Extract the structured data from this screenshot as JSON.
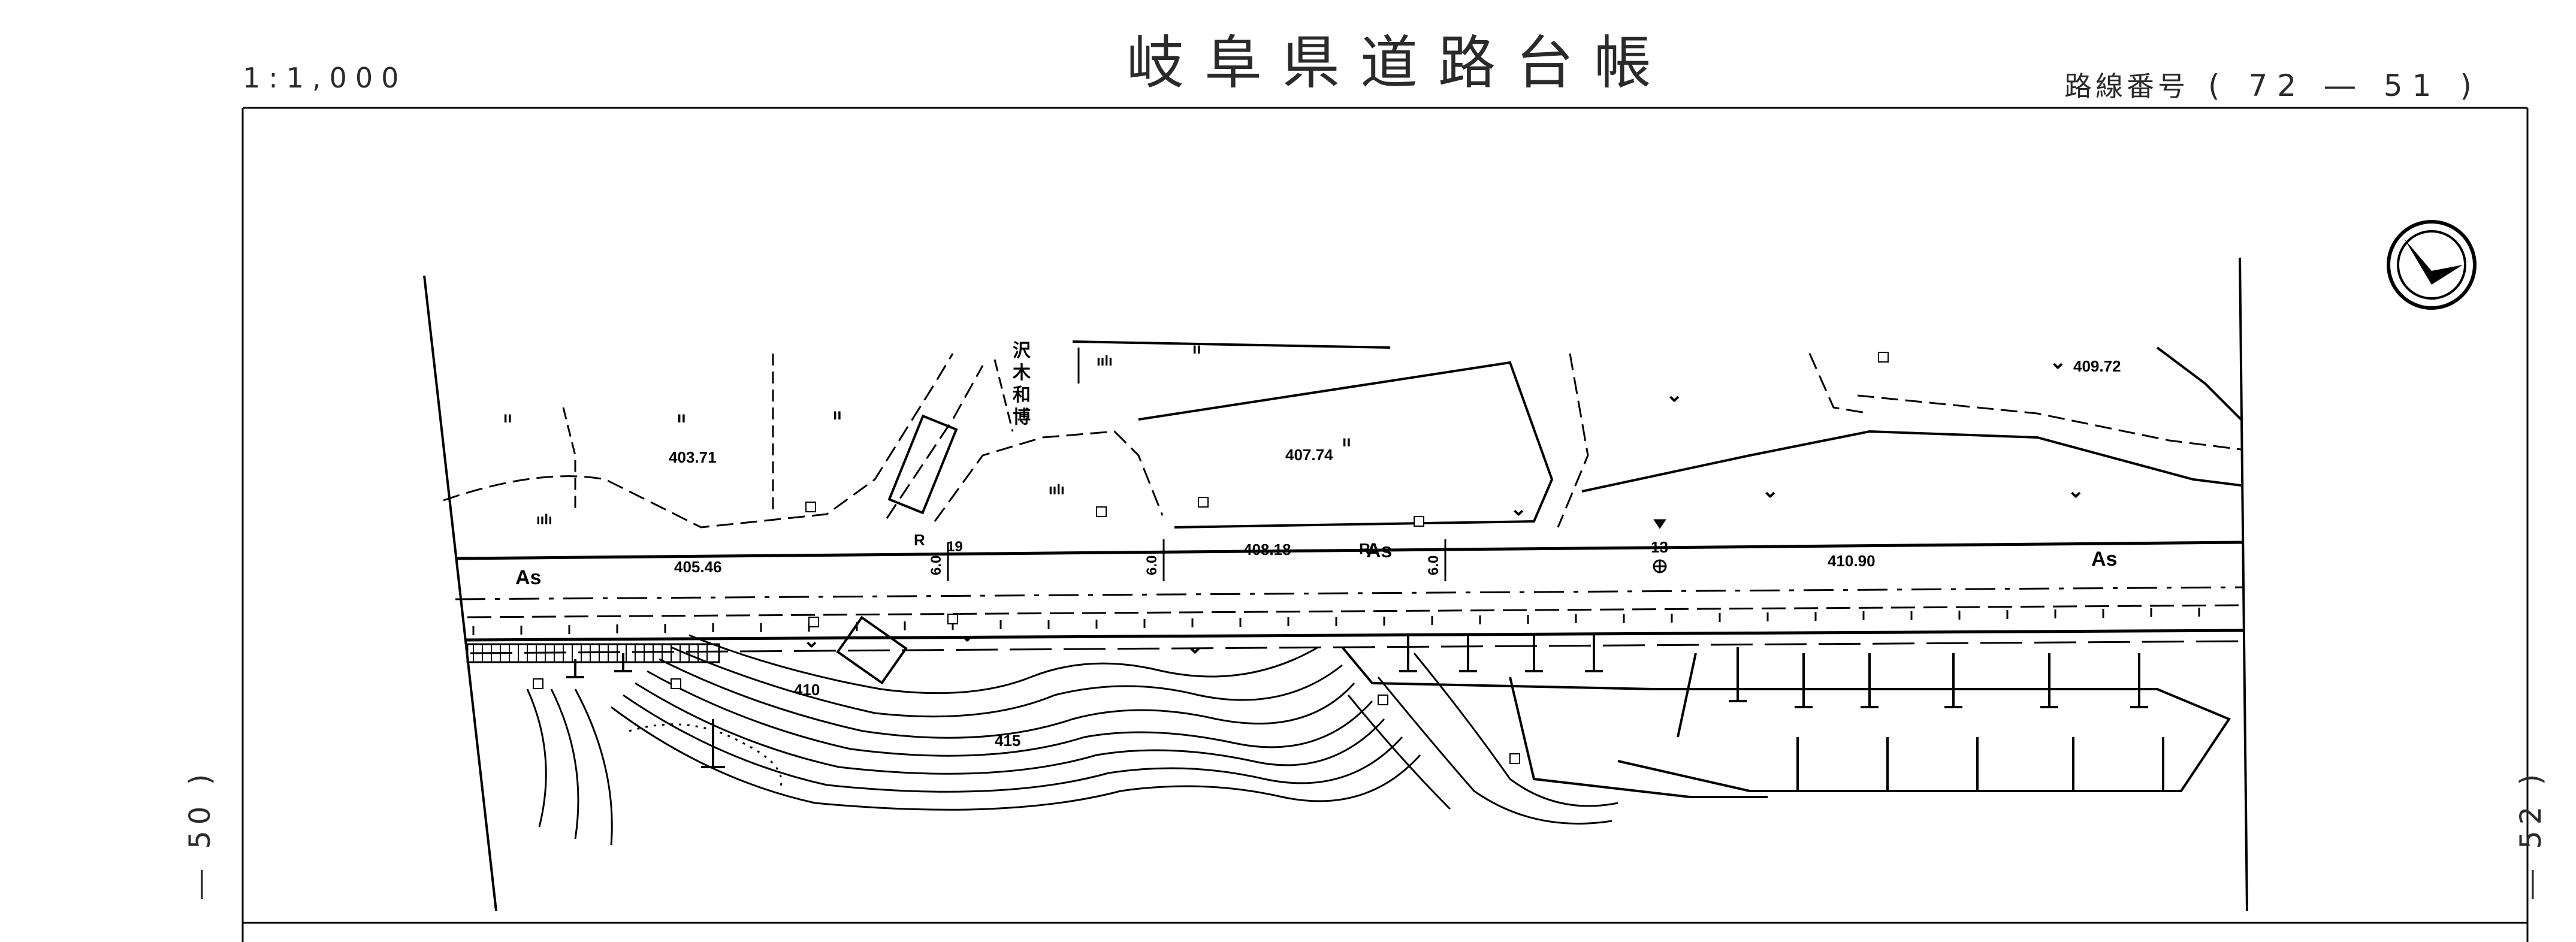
{
  "header": {
    "scale": "1:1,000",
    "title": "岐阜県道路台帳",
    "route_label": "路線番号",
    "route_number": "( 72 ― 51 )"
  },
  "sheet_links": {
    "left": "― 50 )",
    "right": "― 52 )"
  },
  "north_arrow": {
    "icon": "north-arrow-icon"
  },
  "elevations": {
    "e1": "403.71",
    "e2": "407.74",
    "e3": "409.72",
    "e4": "405.46",
    "e5": "408.18",
    "e6": "410.90"
  },
  "contours": {
    "c410": "410",
    "c415": "415"
  },
  "road": {
    "surface": "As",
    "width_1": "6.0",
    "width_2": "6.0",
    "width_3": "6.0",
    "point_13": "13",
    "point_19": "19",
    "r": "R"
  },
  "place_name": [
    "沢",
    "木",
    "和",
    "博"
  ],
  "symbols": {
    "field": "ıı",
    "forest": "ıılı",
    "wasteland": "⌄"
  }
}
